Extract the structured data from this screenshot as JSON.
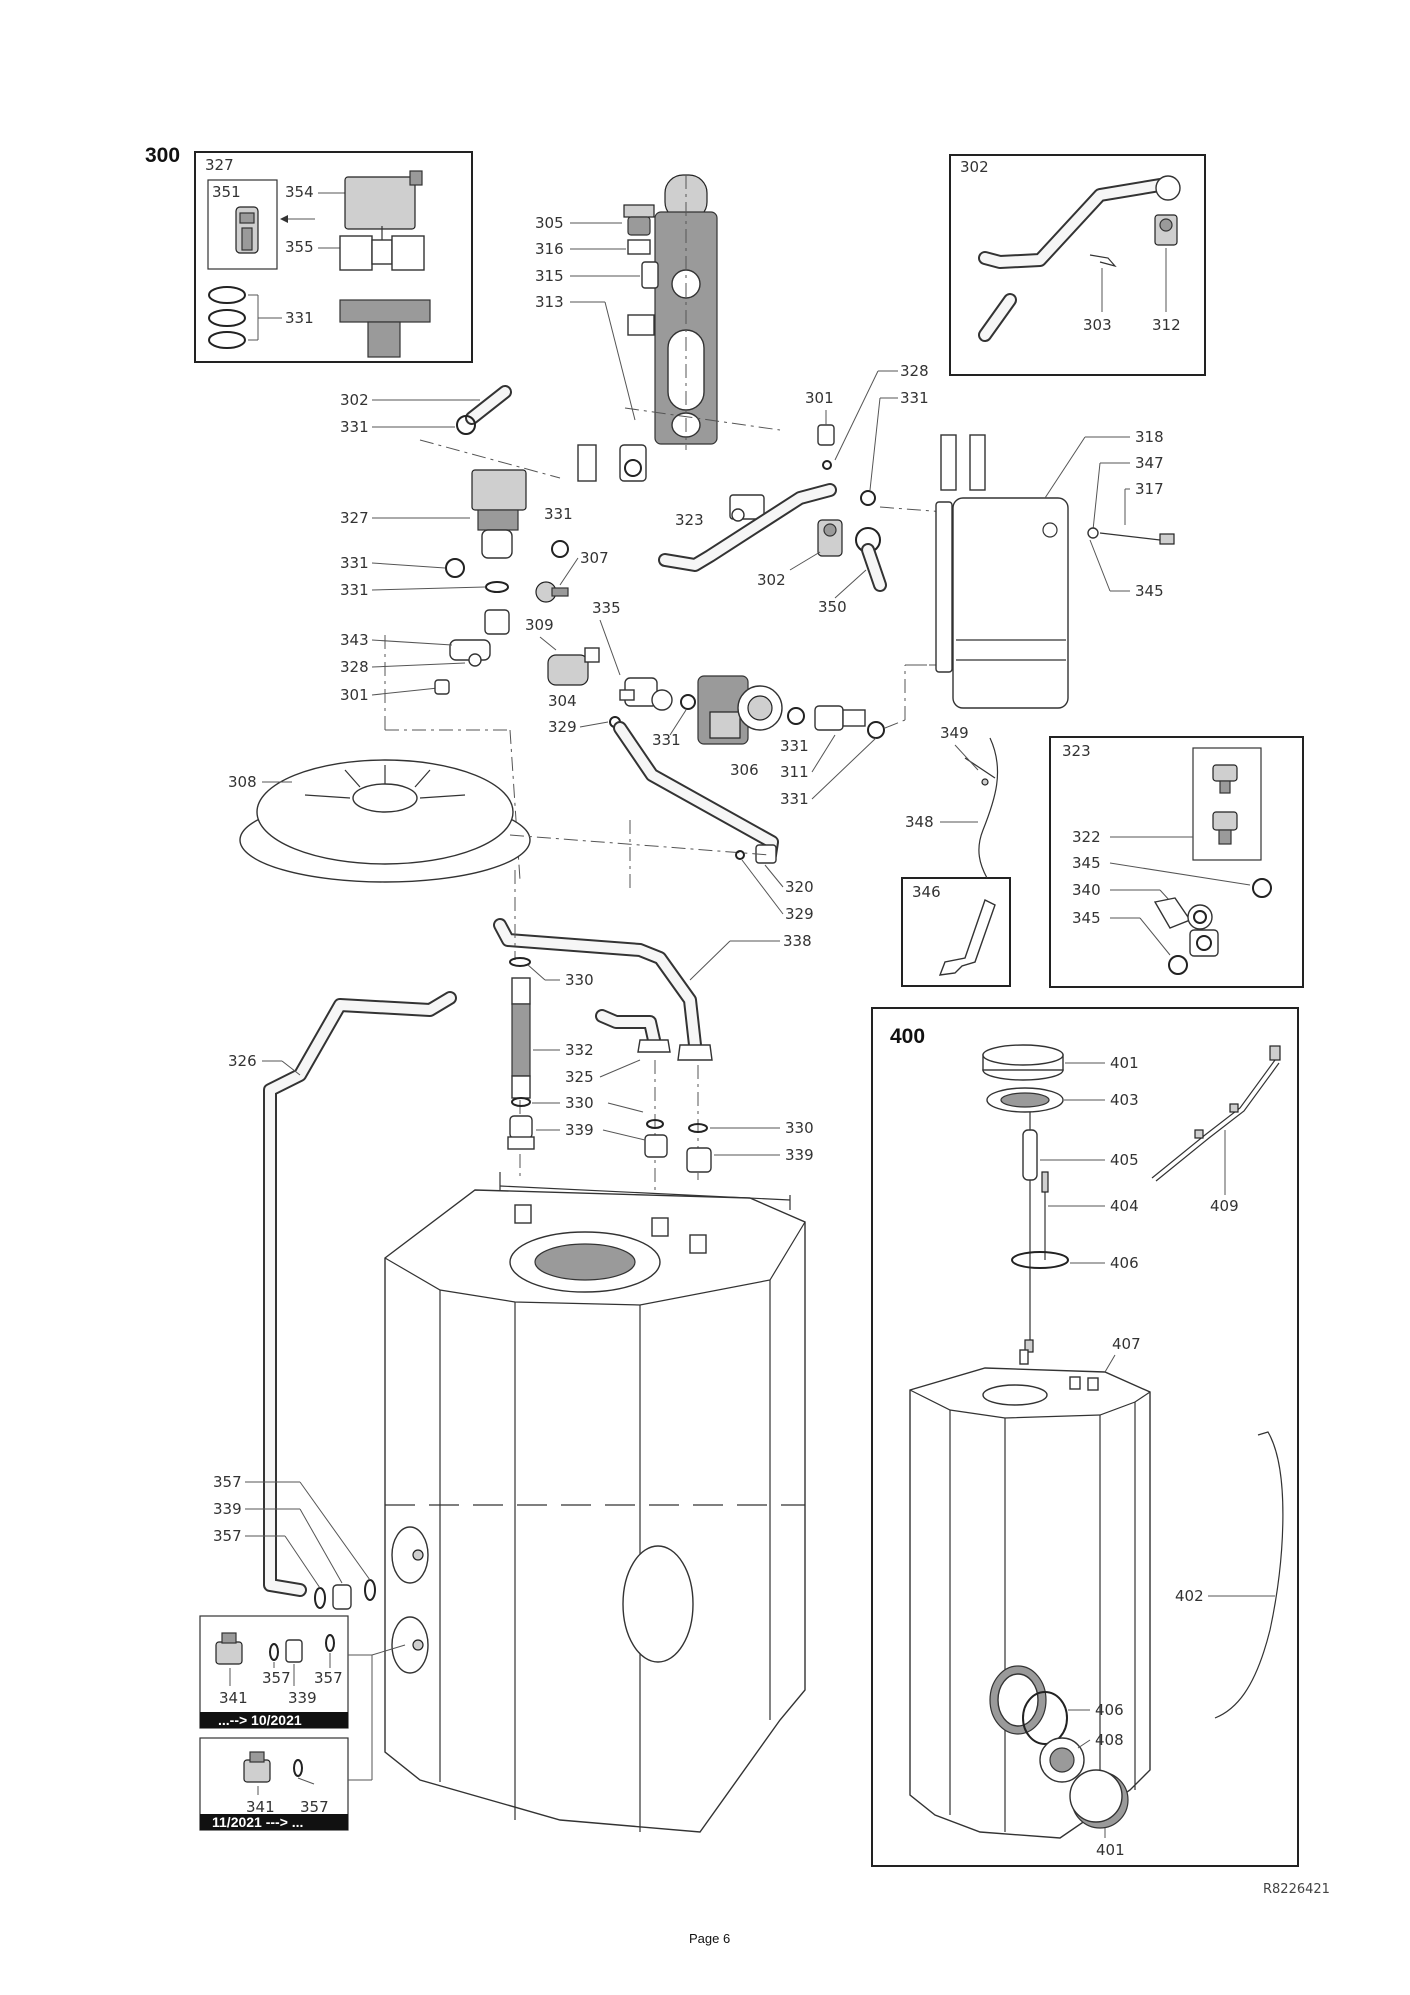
{
  "page": {
    "footer": "Page 6",
    "drawing_ref": "R8226421"
  },
  "sections": {
    "main": "300",
    "tank": "400"
  },
  "insets": {
    "i327": {
      "title": "327",
      "callouts": [
        "351",
        "354",
        "355",
        "331"
      ]
    },
    "i302": {
      "title": "302",
      "callouts": [
        "303",
        "312"
      ]
    },
    "i323": {
      "title": "323",
      "callouts": [
        "322",
        "345",
        "340",
        "345"
      ]
    },
    "i346": {
      "title": "346"
    },
    "old_version": {
      "callouts": [
        "341",
        "357",
        "357",
        "339"
      ],
      "banner": "...--> 10/2021"
    },
    "new_version": {
      "callouts": [
        "341",
        "357"
      ],
      "banner": "11/2021 ---> ..."
    }
  },
  "callouts": {
    "c305": "305",
    "c316": "316",
    "c315": "315",
    "c313": "313",
    "c302": "302",
    "c331a": "331",
    "c327": "327",
    "c331b": "331",
    "c331c": "331",
    "c331d": "331",
    "c307": "307",
    "c343": "343",
    "c328a": "328",
    "c301a": "301",
    "c309": "309",
    "c335": "335",
    "c304": "304",
    "c329a": "329",
    "c331e": "331",
    "c306": "306",
    "c331f": "331",
    "c311": "311",
    "c331g": "331",
    "c328b": "328",
    "c301b": "301",
    "c331h": "331",
    "c323": "323",
    "c302b": "302",
    "c350": "350",
    "c318": "318",
    "c347": "347",
    "c317": "317",
    "c345": "345",
    "c308": "308",
    "c320": "320",
    "c329b": "329",
    "c338": "338",
    "c349": "349",
    "c348": "348",
    "c330a": "330",
    "c332": "332",
    "c325": "325",
    "c330b": "330",
    "c339a": "339",
    "c330c": "330",
    "c339b": "339",
    "c326": "326",
    "c357a": "357",
    "c339c": "339",
    "c357b": "357",
    "c401a": "401",
    "c403": "403",
    "c405": "405",
    "c404": "404",
    "c409": "409",
    "c406a": "406",
    "c407": "407",
    "c402": "402",
    "c406b": "406",
    "c408": "408",
    "c401b": "401"
  }
}
